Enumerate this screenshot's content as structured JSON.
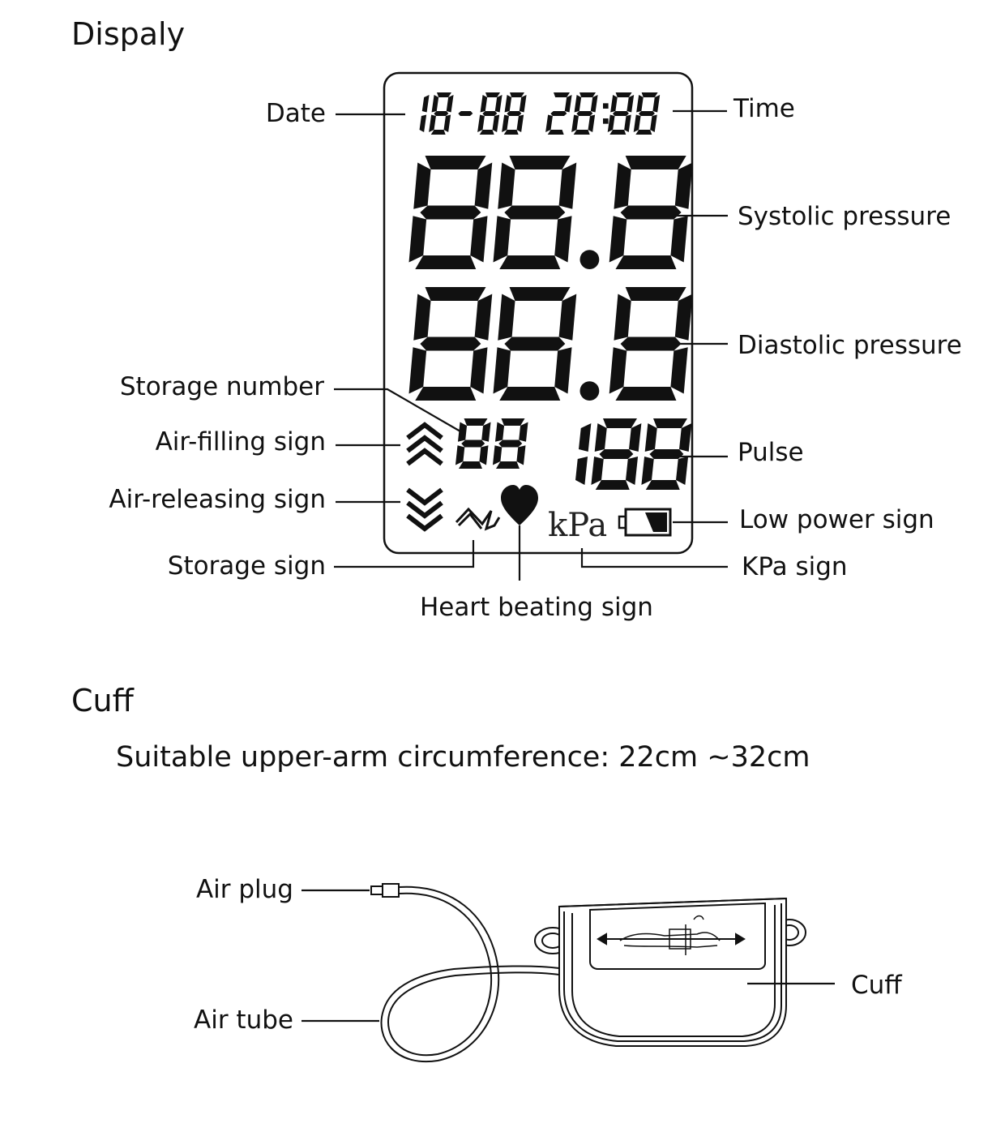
{
  "sections": {
    "display_title": "Dispaly",
    "cuff_title": "Cuff",
    "cuff_note": "Suitable upper-arm circumference: 22cm ~32cm"
  },
  "lcd": {
    "date": "18-88",
    "time": "28:88",
    "systolic": "88.8",
    "diastolic": "88.8",
    "storage_number": "88",
    "pulse": "188",
    "unit": "kPa"
  },
  "labels": {
    "date": "Date",
    "time": "Time",
    "systolic": "Systolic pressure",
    "diastolic": "Diastolic pressure",
    "storage_number": "Storage number",
    "air_filling": "Air-filling sign",
    "pulse": "Pulse",
    "air_releasing": "Air-releasing sign",
    "low_power": "Low power sign",
    "storage_sign": "Storage sign",
    "kpa_sign": "KPa sign",
    "heart": "Heart beating sign",
    "air_plug": "Air plug",
    "air_tube": "Air tube",
    "cuff": "Cuff"
  },
  "icons": [
    "chevrons-up-icon",
    "chevrons-down-icon",
    "storage-wave-icon",
    "heart-icon",
    "battery-low-icon"
  ]
}
